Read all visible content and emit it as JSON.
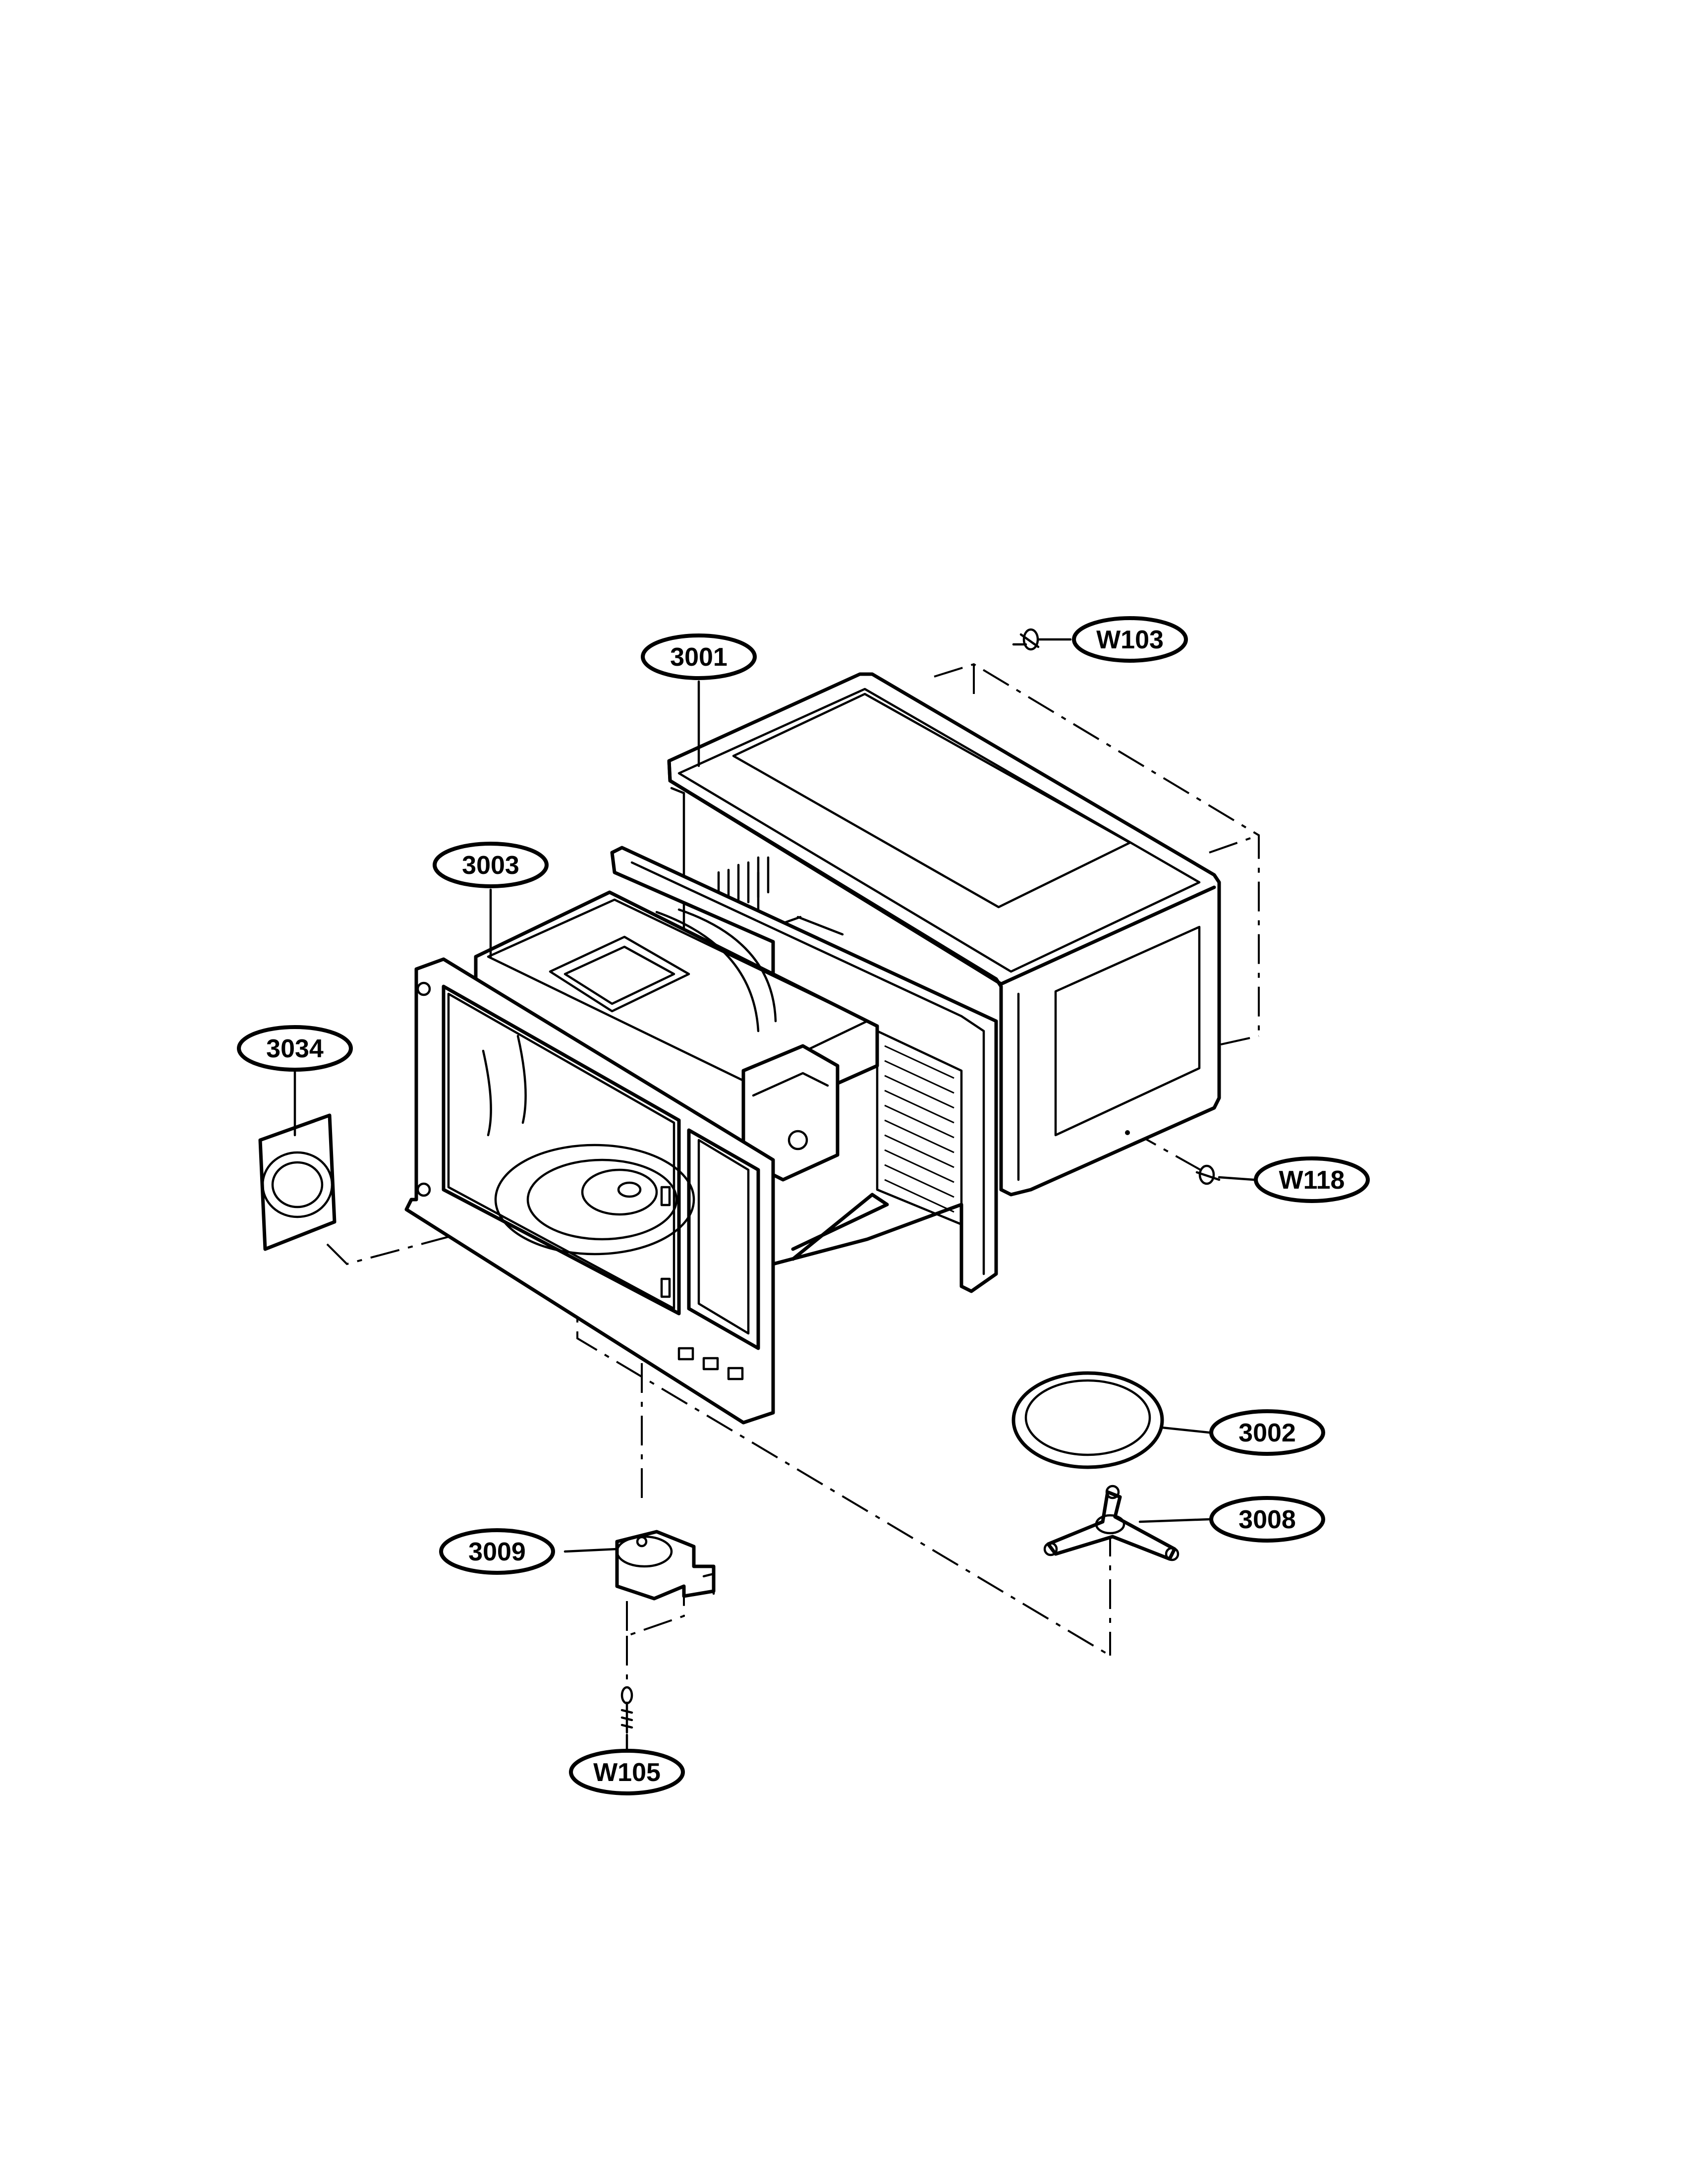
{
  "callouts": [
    {
      "id": "3001",
      "label": "3001"
    },
    {
      "id": "W103",
      "label": "W103"
    },
    {
      "id": "3003",
      "label": "3003"
    },
    {
      "id": "3034",
      "label": "3034"
    },
    {
      "id": "W118",
      "label": "W118"
    },
    {
      "id": "3002",
      "label": "3002"
    },
    {
      "id": "3008",
      "label": "3008"
    },
    {
      "id": "3009",
      "label": "3009"
    },
    {
      "id": "W105",
      "label": "W105"
    }
  ],
  "colors": {
    "line": "#000000",
    "background": "#ffffff"
  }
}
